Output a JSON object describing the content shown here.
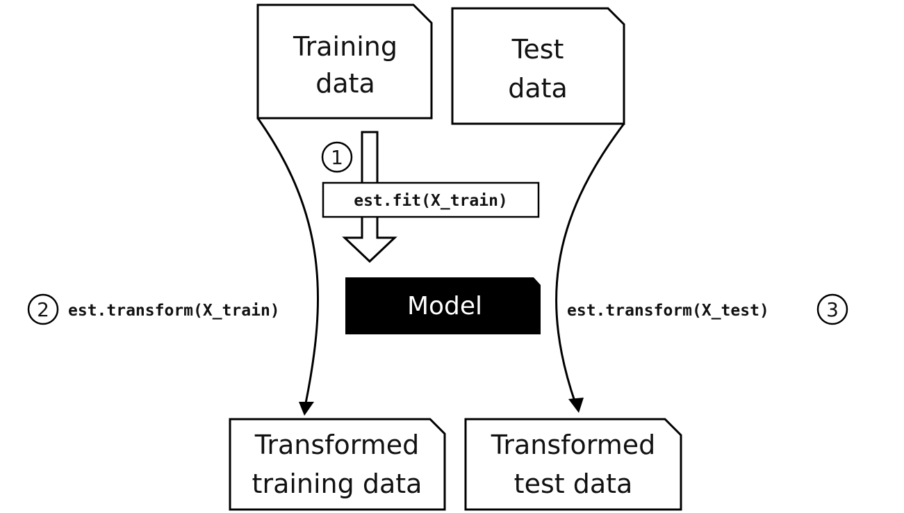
{
  "training_doc": {
    "line1": "Training",
    "line2": "data"
  },
  "test_doc": {
    "line1": "Test",
    "line2": "data"
  },
  "fit_step": {
    "number": "1",
    "code": "est.fit(X_train)"
  },
  "model": {
    "label": "Model",
    "fill": "#000000"
  },
  "train_transform_step": {
    "number": "2",
    "code": "est.transform(X_train)"
  },
  "test_transform_step": {
    "number": "3",
    "code": "est.transform(X_test)"
  },
  "transformed_training_doc": {
    "line1": "Transformed",
    "line2": "training data"
  },
  "transformed_test_doc": {
    "line1": "Transformed",
    "line2": "test data"
  }
}
